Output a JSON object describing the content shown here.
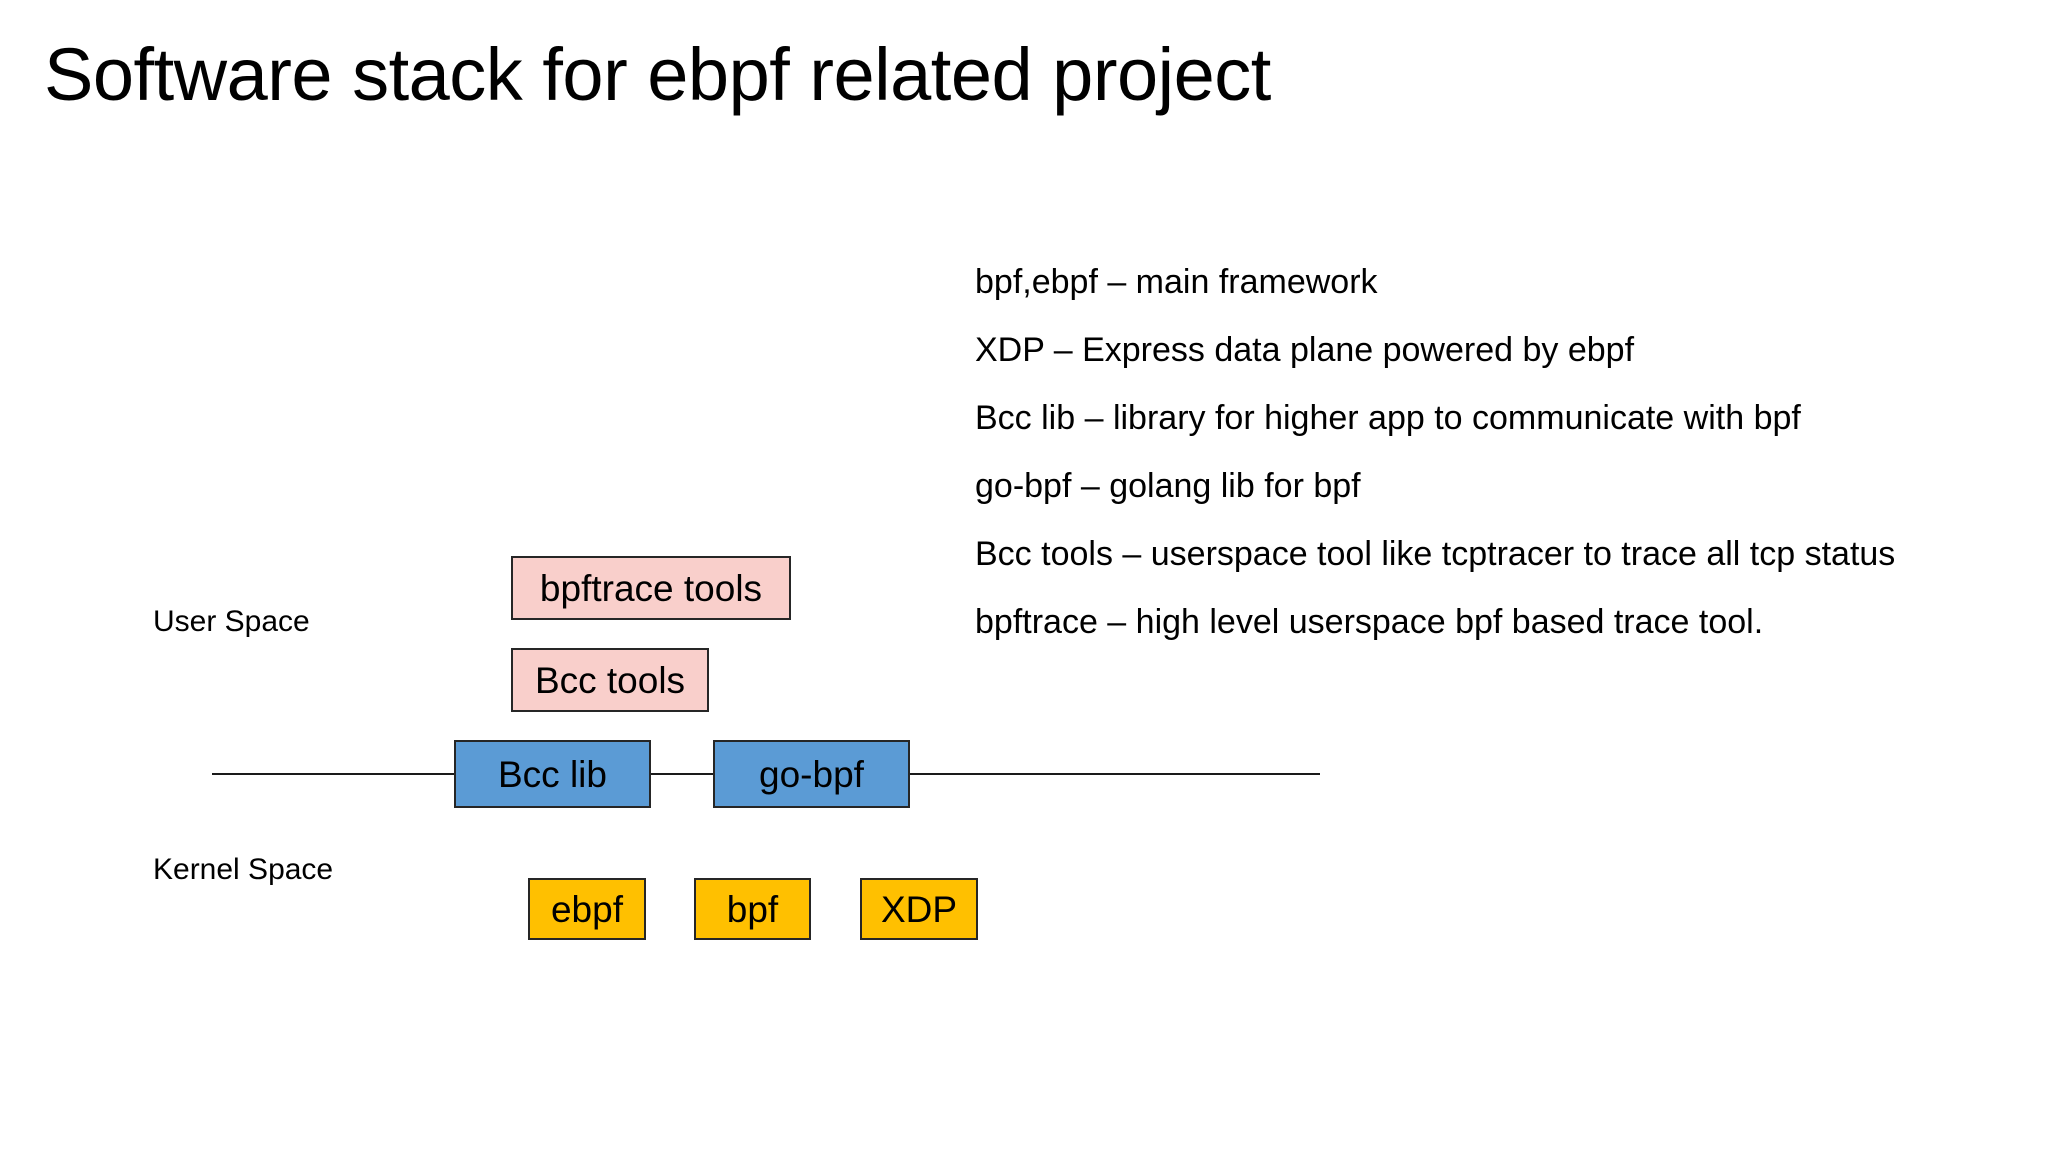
{
  "slide": {
    "title": "Software stack for ebpf related project",
    "background_color": "#FFFFFF"
  },
  "legend": {
    "lines": [
      "bpf,ebpf – main framework",
      "XDP – Express data plane powered by ebpf",
      "Bcc lib – library for higher app to communicate with bpf",
      "go-bpf – golang lib for bpf",
      "Bcc tools – userspace tool like tcptracer to trace all tcp status",
      "bpftrace – high level userspace bpf based trace tool."
    ]
  },
  "diagram": {
    "zones": {
      "user_space_label": "User Space",
      "kernel_space_label": "Kernel Space"
    },
    "colors": {
      "user_tool_box": "#F9CFCB",
      "library_box": "#5B9BD5",
      "kernel_box": "#FFC000",
      "box_border": "#262626",
      "divider_line": "#1A1A1A"
    },
    "boxes": {
      "bpftrace_tools": "bpftrace tools",
      "bcc_tools": "Bcc tools",
      "bcc_lib": "Bcc lib",
      "go_bpf": "go-bpf",
      "ebpf": "ebpf",
      "bpf": "bpf",
      "xdp": "XDP"
    }
  }
}
